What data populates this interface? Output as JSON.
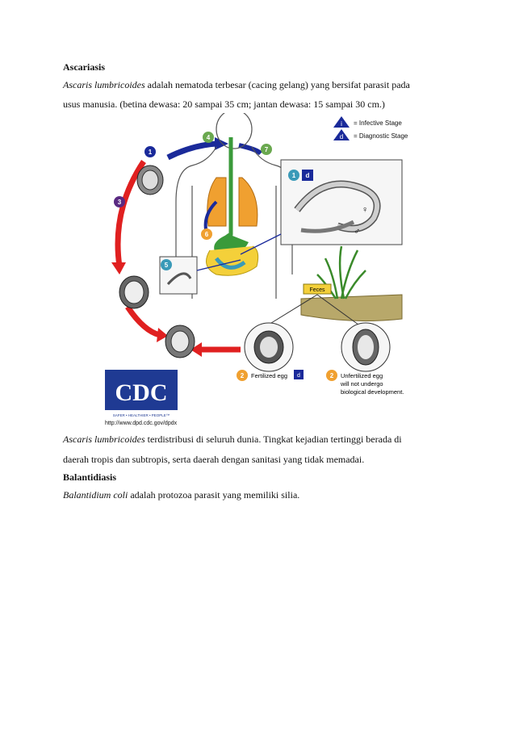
{
  "section1": {
    "title": "Ascariasis",
    "p1_species": "Ascaris lumbricoides",
    "p1_line1": " adalah nematoda terbesar (cacing gelang) yang bersifat parasit pada",
    "p1_line2": "usus manusia. (betina dewasa:  20 sampai 35 cm; jantan dewasa: 15 sampai 30 cm.)",
    "p2_species": "Ascaris lumbricoides",
    "p2_line1": " terdistribusi di seluruh dunia. Tingkat kejadian tertinggi berada di",
    "p2_line2": "daerah tropis dan subtropis, serta daerah dengan sanitasi yang tidak memadai."
  },
  "section2": {
    "title": "Balantidiasis",
    "p_species": "Balantidium coli",
    "p_text": " adalah protozoa parasit yang memiliki silia."
  },
  "figure": {
    "legend_infective_mark": "i",
    "legend_infective": "= Infective Stage",
    "legend_diagnostic_mark": "d",
    "legend_diagnostic": "= Diagnostic Stage",
    "step1": "1",
    "step2": "2",
    "step3": "3",
    "step4": "4",
    "step5": "5",
    "step6": "6",
    "step7": "7",
    "feces": "Feces",
    "fertilized": "Fertilized egg",
    "unfertilized_1": "Unfertilized egg",
    "unfertilized_2": "will not undergo",
    "unfertilized_3": "biological development.",
    "female_symbol": "♀",
    "male_symbol": "♂",
    "logo": "CDC",
    "logo_tagline": "SAFER • HEALTHIER • PEOPLE™",
    "url": "http://www.dpd.cdc.gov/dpdx",
    "colors": {
      "arrow_red": "#e02020",
      "arrow_blue": "#1a2a9a",
      "step_green": "#6aa84f",
      "step_purple": "#5a2a82",
      "step_orange": "#f0a030",
      "cdc_blue": "#1f3a93"
    }
  }
}
